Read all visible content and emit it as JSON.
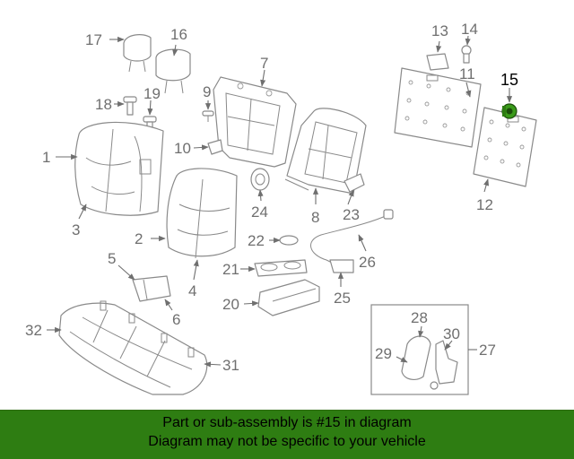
{
  "diagram": {
    "callouts": [
      "1",
      "2",
      "3",
      "4",
      "5",
      "6",
      "7",
      "8",
      "9",
      "10",
      "11",
      "12",
      "13",
      "14",
      "15",
      "16",
      "17",
      "18",
      "19",
      "20",
      "21",
      "22",
      "23",
      "24",
      "25",
      "26",
      "27",
      "28",
      "29",
      "30",
      "31",
      "32"
    ],
    "highlighted_part": "15"
  },
  "banner": {
    "line1": "Part or sub-assembly is #15 in diagram",
    "line2": "Diagram may not be specific to your vehicle",
    "background": "#2e7d12",
    "highlight_color": "#3a9a1a"
  }
}
